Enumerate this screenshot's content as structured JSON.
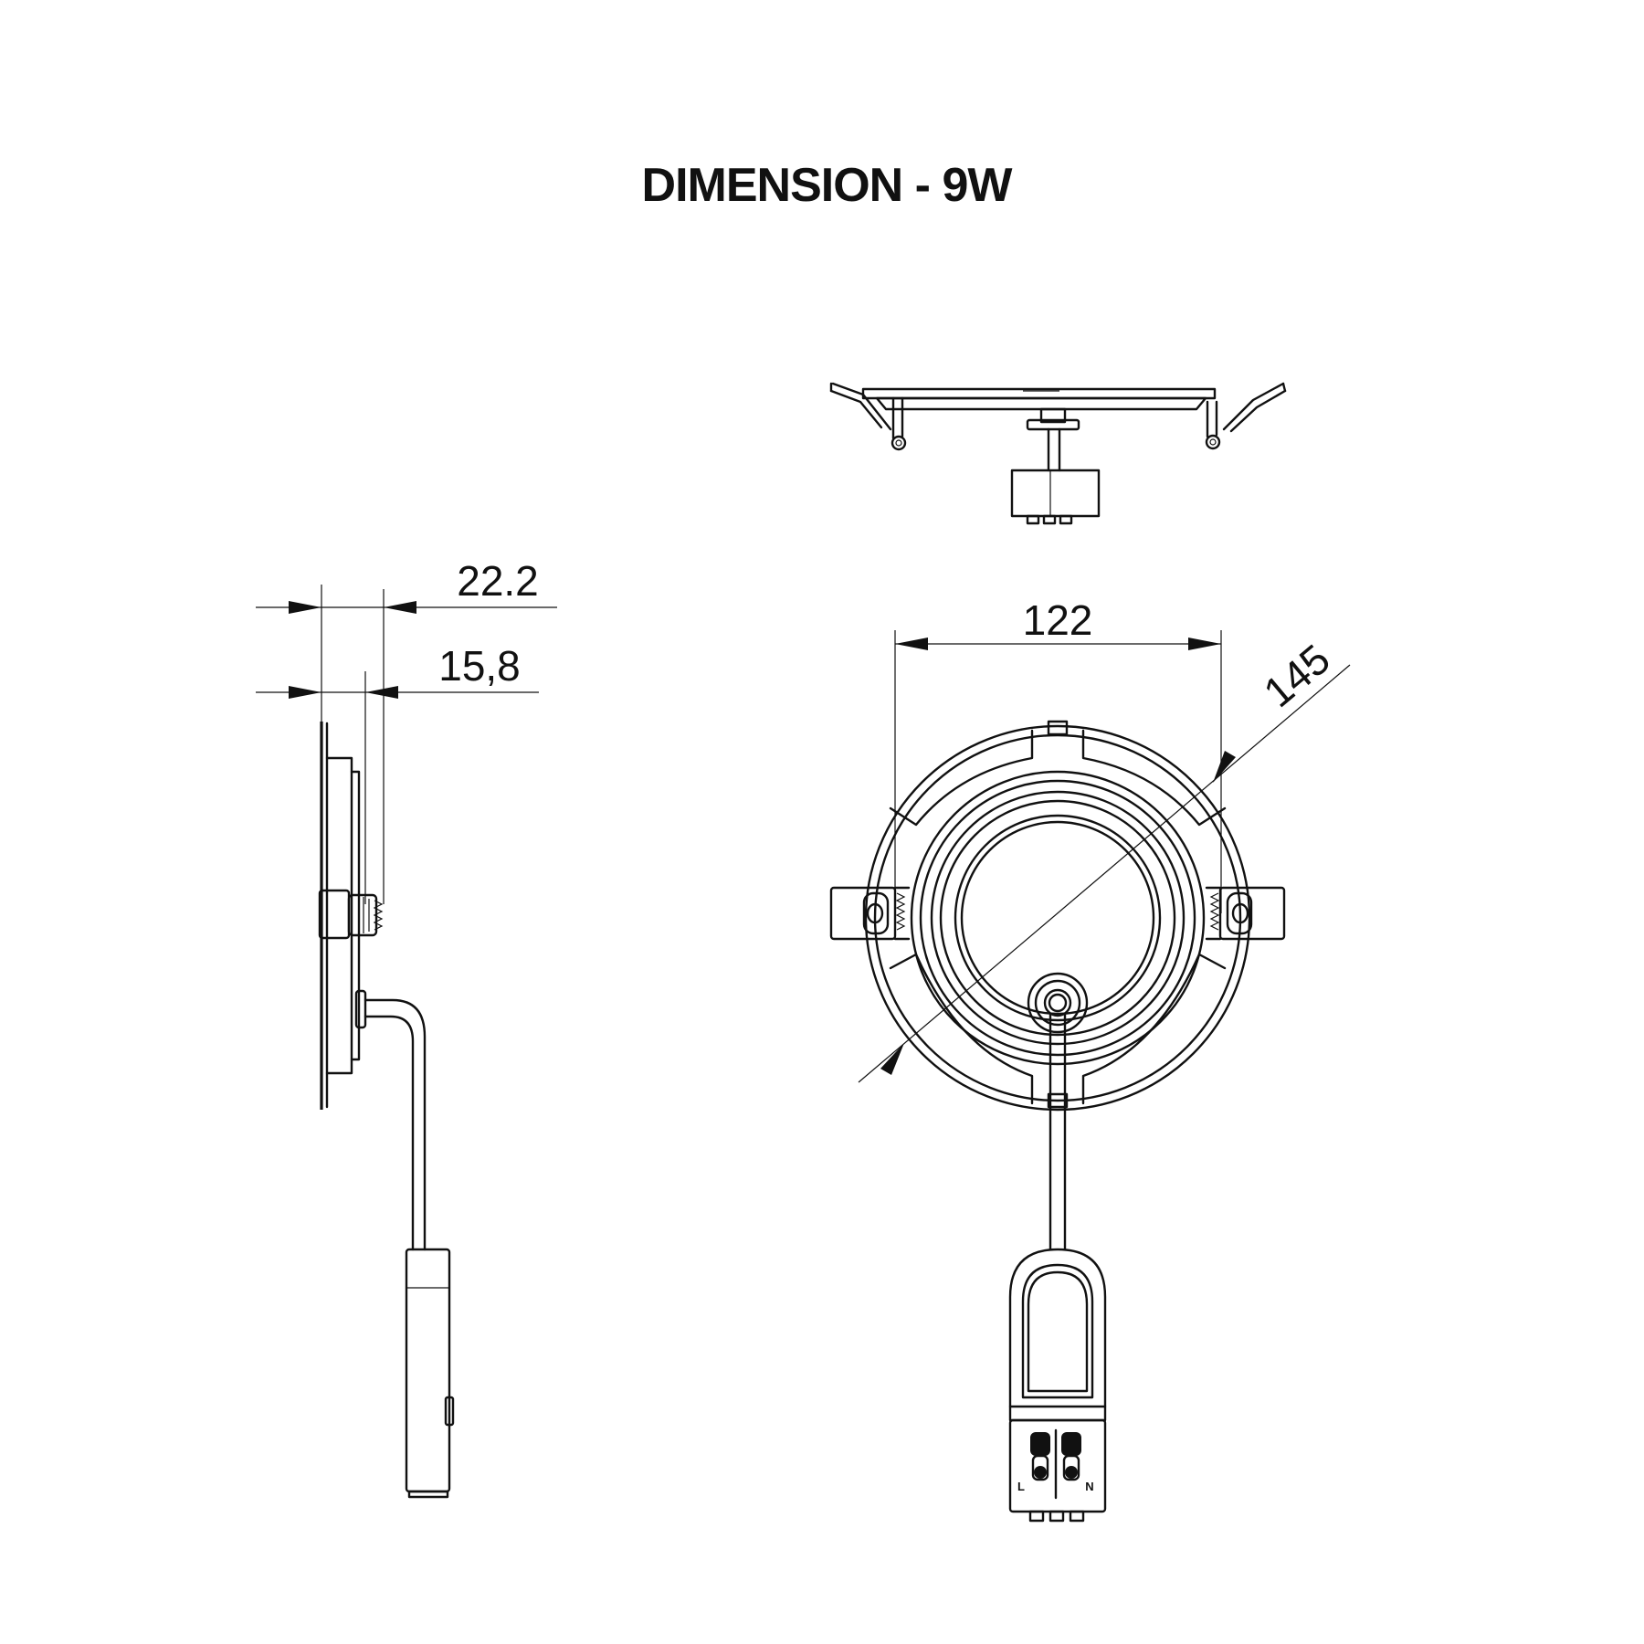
{
  "title": "DIMENSION - 9W",
  "dimensions": {
    "height_total": "22.2",
    "height_body": "15,8",
    "cutout_diameter": "122",
    "outer_diameter": "145"
  },
  "terminal_labels": {
    "live": "L",
    "neutral": "N"
  },
  "colors": {
    "line": "#111111",
    "background": "#ffffff"
  }
}
